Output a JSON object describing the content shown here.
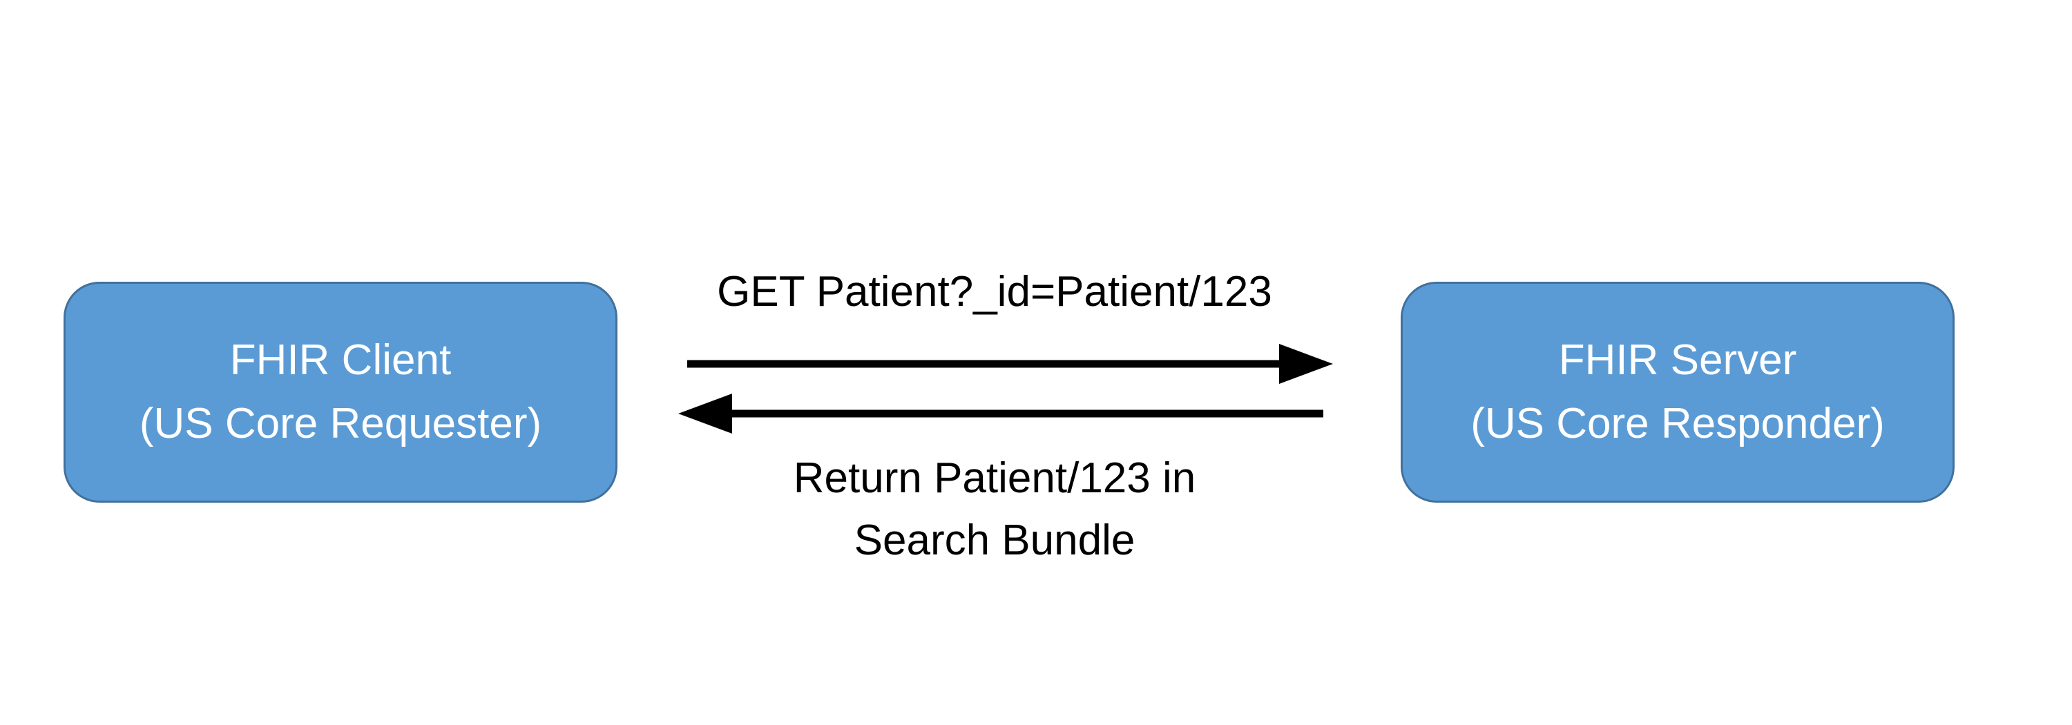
{
  "nodes": {
    "client": {
      "line1": "FHIR Client",
      "line2": "(US Core Requester)"
    },
    "server": {
      "line1": "FHIR Server",
      "line2": "(US Core Responder)"
    }
  },
  "edges": {
    "request": {
      "label": "GET Patient?_id=Patient/123",
      "direction": "client-to-server"
    },
    "response": {
      "label_line1": "Return Patient/123 in",
      "label_line2": "Search Bundle",
      "direction": "server-to-client"
    }
  },
  "colors": {
    "node_fill": "#5b9bd5",
    "node_border": "#41719c",
    "node_text": "#ffffff",
    "arrow": "#000000",
    "background": "#ffffff"
  }
}
